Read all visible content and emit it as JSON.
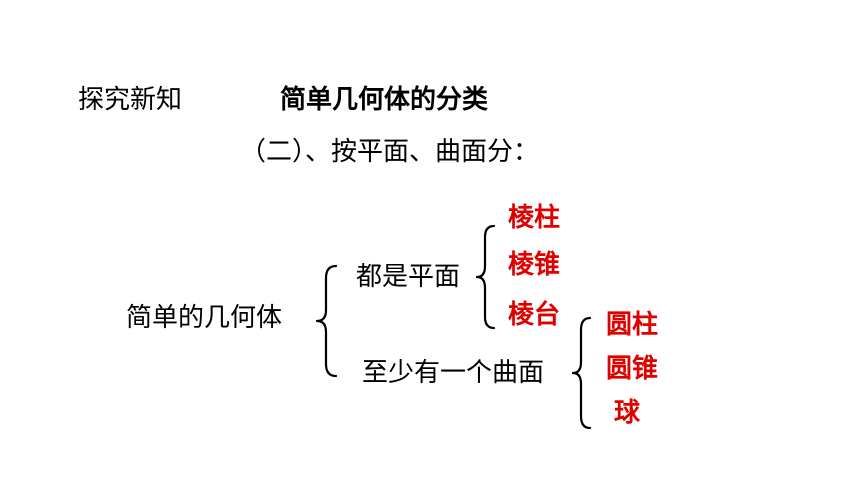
{
  "header": {
    "section_label": "探究新知",
    "title": "简单几何体的分类"
  },
  "subtitle": "（二）、按平面、曲面分：",
  "tree": {
    "root": "简单的几何体",
    "groups": [
      {
        "label": "都是平面",
        "items": [
          "棱柱",
          "棱锥",
          "棱台"
        ]
      },
      {
        "label": "至少有一个曲面",
        "items": [
          "圆柱",
          "圆锥",
          "球"
        ]
      }
    ]
  },
  "colors": {
    "text": "#000000",
    "highlight": "#e00000",
    "background": "#ffffff"
  }
}
